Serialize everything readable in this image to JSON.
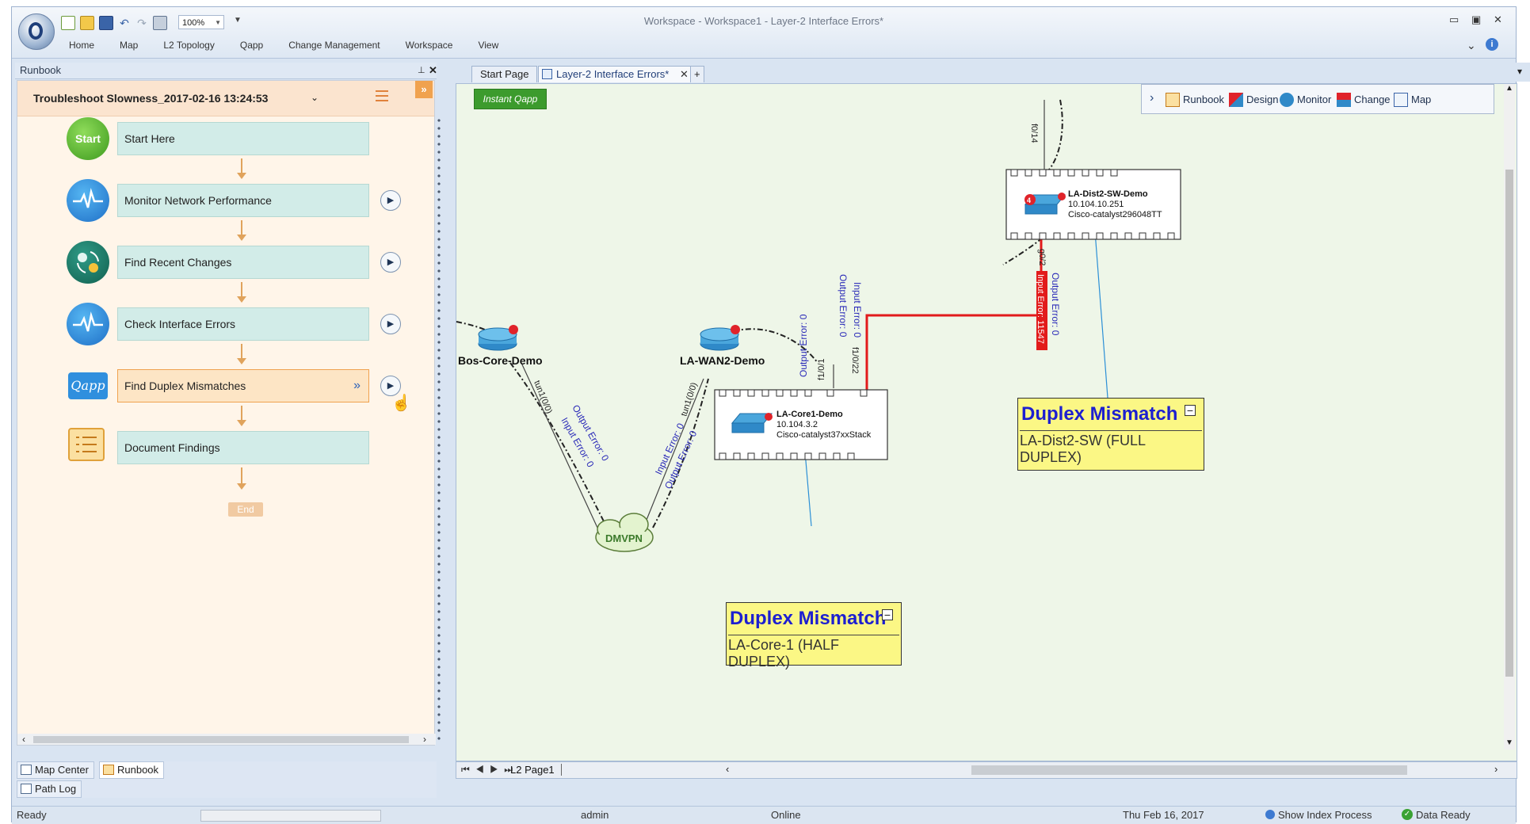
{
  "window": {
    "title": "Workspace - Workspace1 - Layer-2 Interface Errors*",
    "zoom": "100%"
  },
  "menu": [
    "Home",
    "Map",
    "L2 Topology",
    "Qapp",
    "Change Management",
    "Workspace",
    "View"
  ],
  "runbook": {
    "panel_title": "Runbook",
    "title": "Troubleshoot Slowness_2017-02-16 13:24:53",
    "start_label": "Start",
    "steps": [
      {
        "label": "Start Here"
      },
      {
        "label": "Monitor Network Performance"
      },
      {
        "label": "Find Recent Changes"
      },
      {
        "label": "Check Interface Errors"
      },
      {
        "label": "Find Duplex Mismatches"
      },
      {
        "label": "Document Findings"
      }
    ],
    "qapp_label": "Qapp",
    "end_label": "End"
  },
  "left_tabs": {
    "map_center": "Map Center",
    "runbook": "Runbook",
    "path_log": "Path Log"
  },
  "doc_tabs": {
    "start_page": "Start Page",
    "active": "Layer-2 Interface Errors*"
  },
  "toolbar": {
    "instant_qapp": "Instant Qapp",
    "runbook": "Runbook",
    "design": "Design",
    "monitor": "Monitor",
    "change": "Change",
    "map": "Map"
  },
  "map": {
    "devices": {
      "bos": "Bos-Core-Demo",
      "wan": "LA-WAN2-Demo",
      "core_name": "LA-Core1-Demo",
      "core_ip": "10.104.3.2",
      "core_model": "Cisco-catalyst37xxStack",
      "dist_name": "LA-Dist2-SW-Demo",
      "dist_ip": "10.104.10.251",
      "dist_model": "Cisco-catalyst296048TT",
      "dist_badge": "4",
      "cloud": "DMVPN"
    },
    "links": {
      "tun1_a": "tun1(0/0)",
      "tun1_b": "tun1(0/0)",
      "bos_out_err": "Output Error: 0",
      "bos_in_err": "Input Error: 0",
      "wan_in_err": "Input Error: 0",
      "wan_out_err": "Output Error: 0",
      "core_f1": "f1/0/1",
      "core_f22": "f1/0/22",
      "core_out_err": "Output Error: 0",
      "core_out_err2": "Output Error: 0",
      "core_in_err": "Input Error: 0",
      "dist_g02": "g0/2",
      "dist_in_err": "Input Error: 11547",
      "dist_out_err": "Output Error: 0",
      "dist_f014": "f0/14"
    },
    "notes": [
      {
        "heading": "Duplex Mismatch",
        "body": "LA-Core-1 (HALF DUPLEX)"
      },
      {
        "heading": "Duplex Mismatch",
        "body": "LA-Dist2-SW (FULL DUPLEX)"
      }
    ],
    "note_min": "−"
  },
  "page_tab": "L2 Page1",
  "status": {
    "ready": "Ready",
    "user": "admin",
    "conn": "Online",
    "date": "Thu Feb 16, 2017",
    "index": "Show Index Process",
    "data": "Data Ready"
  },
  "colors": {
    "error_link": "#e21b1b",
    "note_bg": "#fbf785",
    "note_heading": "#1d1fd0",
    "step_bg": "#d2ece8",
    "runbook_bg": "#fff5e9"
  }
}
